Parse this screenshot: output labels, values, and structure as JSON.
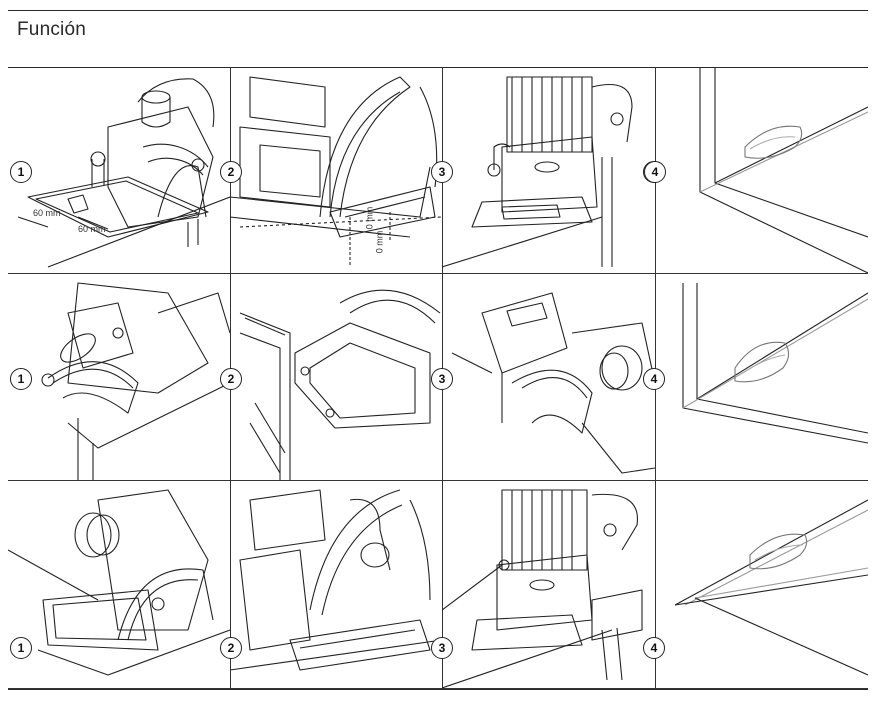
{
  "page": {
    "title": "Función"
  },
  "grid": {
    "rows": [
      {
        "badges": [
          "1",
          "2",
          "3",
          "4"
        ]
      },
      {
        "badges": [
          "1",
          "2",
          "3",
          "4"
        ]
      },
      {
        "badges": [
          "1",
          "2",
          "3",
          "4"
        ]
      }
    ]
  },
  "annotations": {
    "dim_a": "60 mm",
    "dim_b": "60 mm",
    "dim_c": "0 mm",
    "dim_d": "0 mm"
  }
}
